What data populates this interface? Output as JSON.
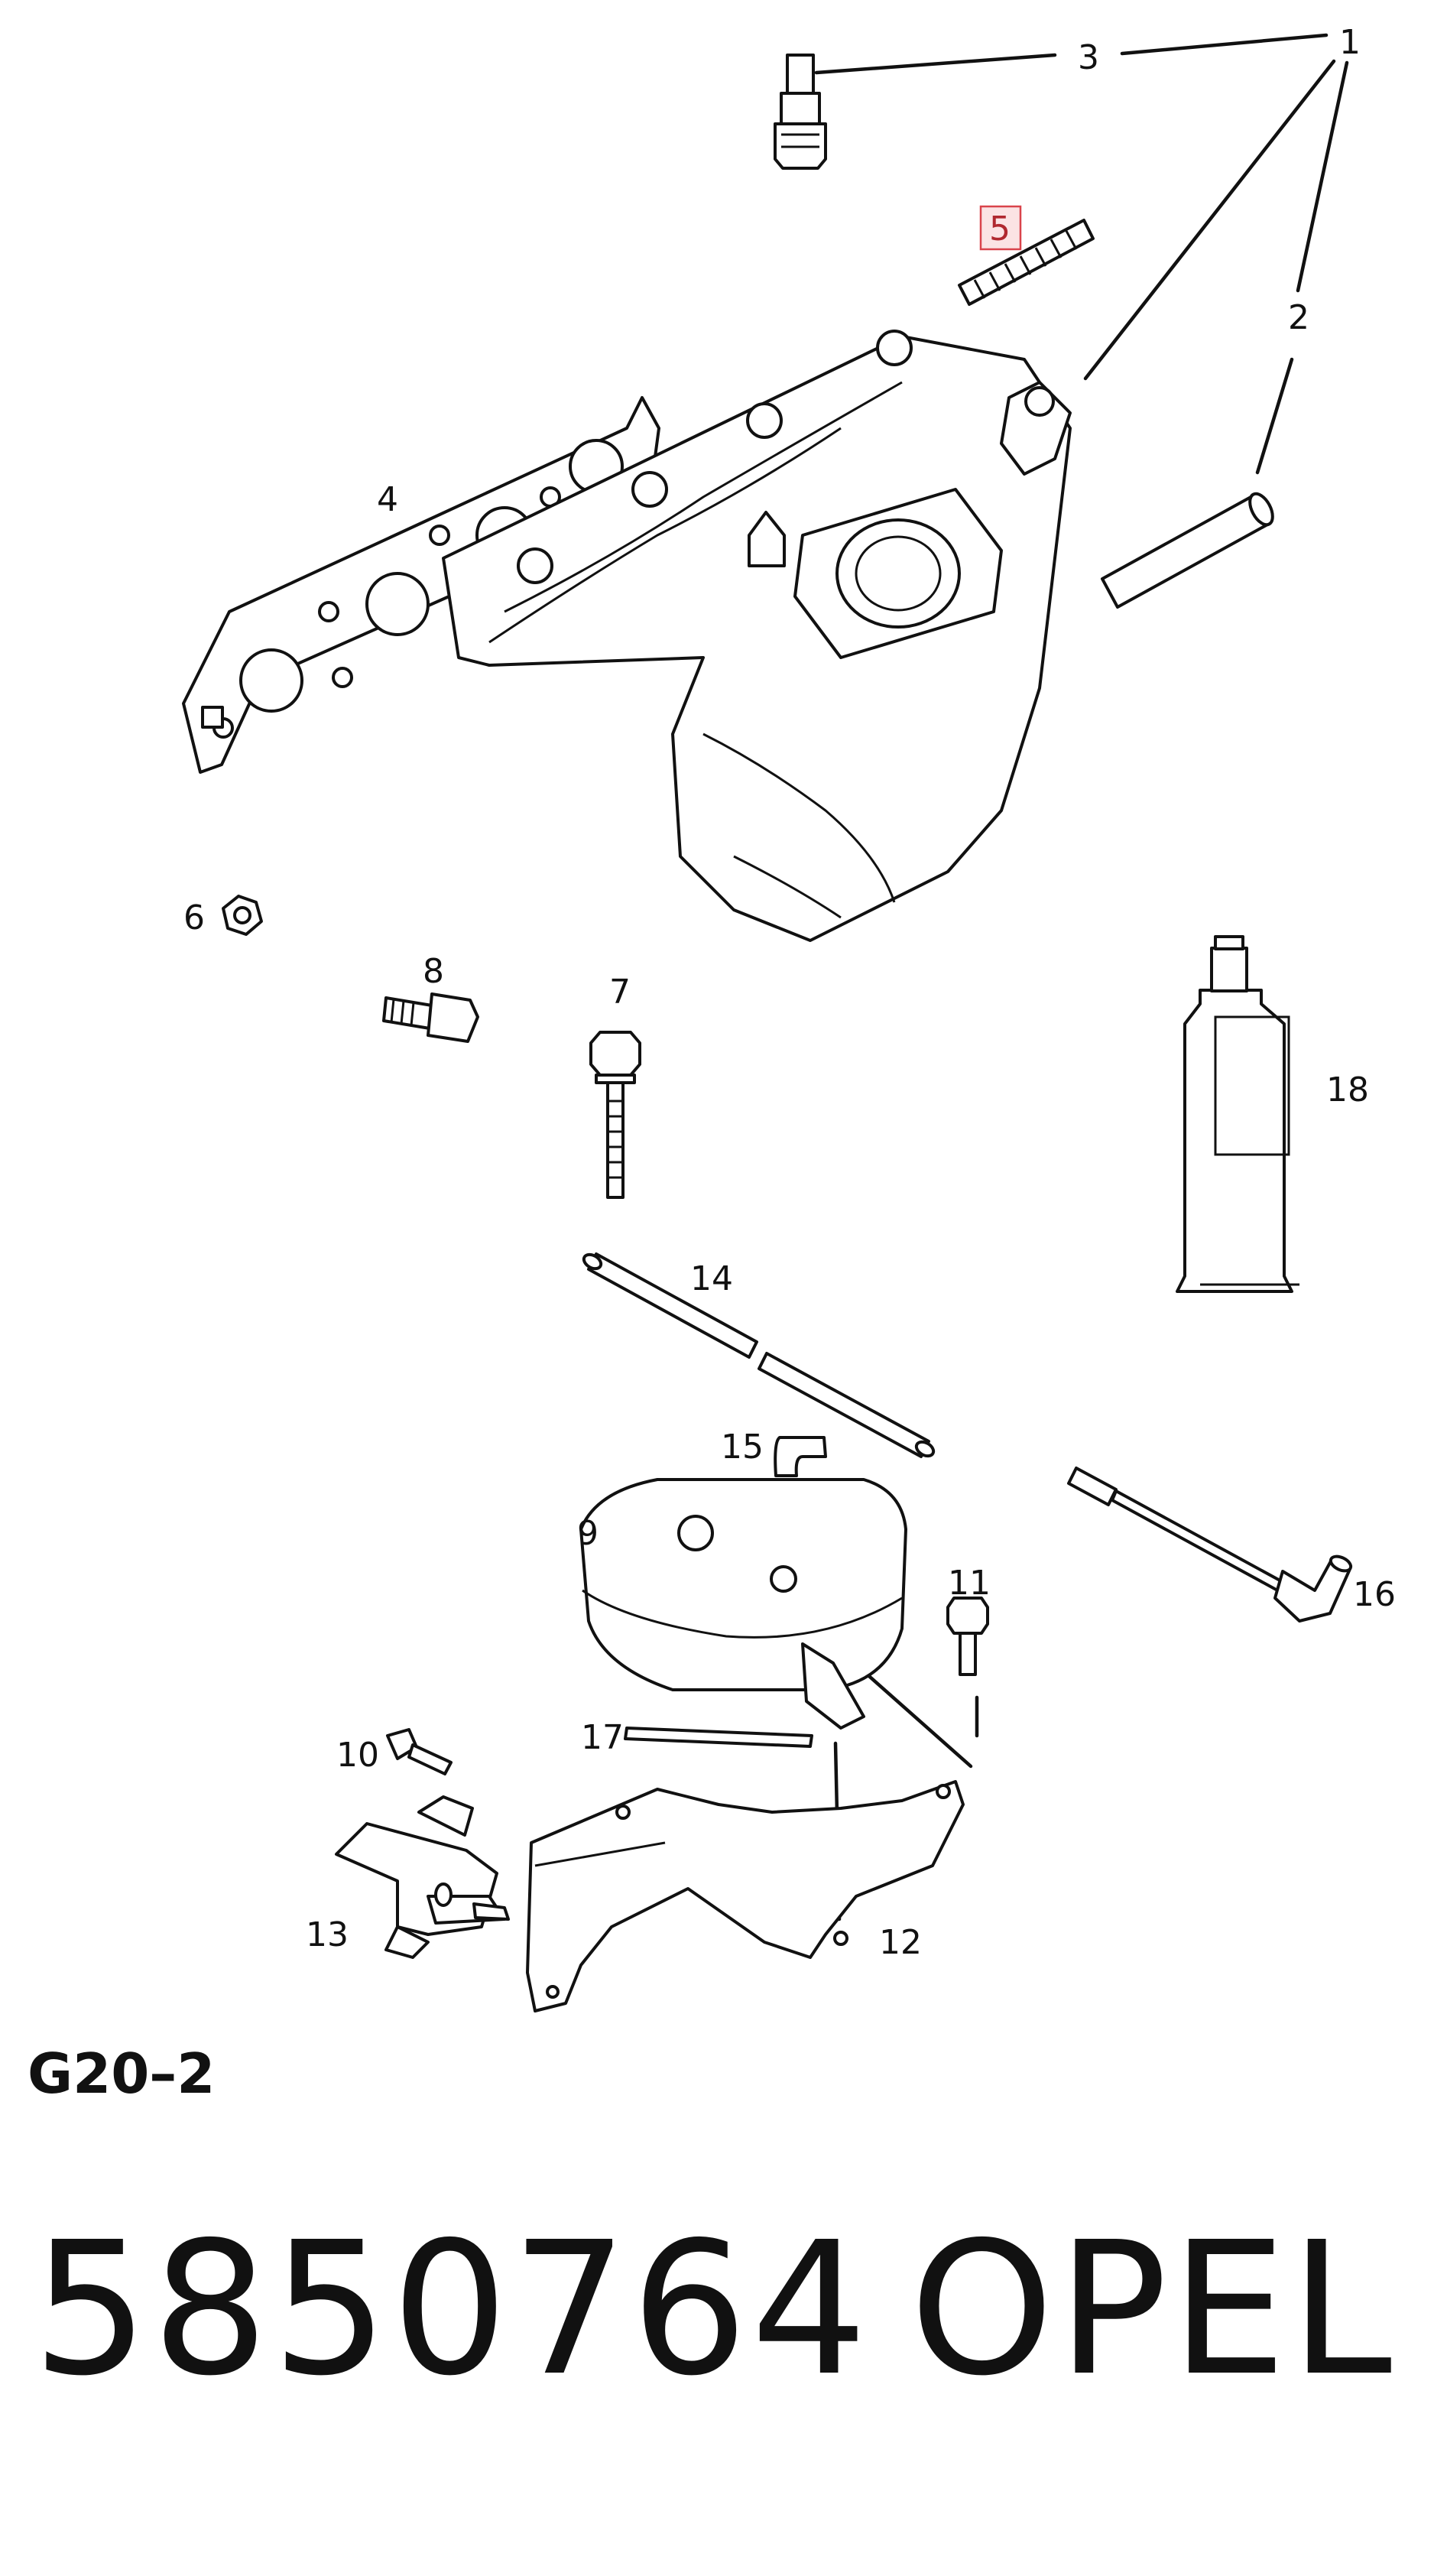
{
  "labels": {
    "p1": "1",
    "p2": "2",
    "p3": "3",
    "p4": "4",
    "p5": "5",
    "p6": "6",
    "p7": "7",
    "p8": "8",
    "p9": "9",
    "p10": "10",
    "p11": "11",
    "p12": "12",
    "p13": "13",
    "p14": "14",
    "p15": "15",
    "p16": "16",
    "p17": "17",
    "p18": "18"
  },
  "highlighted_label": "5",
  "diagram_code": "G20–2",
  "part_number": "5850764",
  "brand": "OPEL",
  "colors": {
    "ink": "#111111",
    "highlight_fill": "#fbe3e4",
    "highlight_border": "#d9434b",
    "background": "#ffffff"
  }
}
